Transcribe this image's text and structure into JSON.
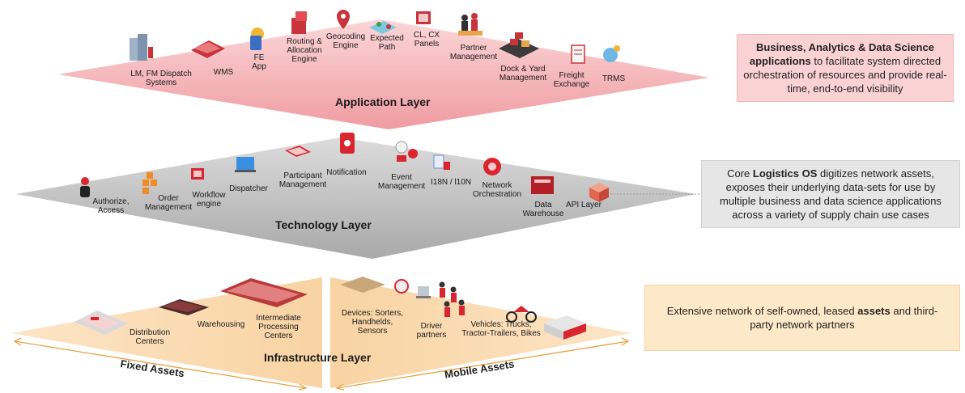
{
  "layers": {
    "application": {
      "title": "Application Layer",
      "items": [
        "LM, FM Dispatch\nSystems",
        "WMS",
        "FE\nApp",
        "Routing &\nAllocation\nEngine",
        "Geocoding\nEngine",
        "Expected\nPath",
        "CL, CX\nPanels",
        "Partner\nManagement",
        "Dock & Yard\nManagement",
        "Freight\nExchange",
        "TRMS"
      ]
    },
    "technology": {
      "title": "Technology Layer",
      "items": [
        "Authorize,\nAccess",
        "Order\nManagement",
        "Workflow\nengine",
        "Dispatcher",
        "Participant\nManagement",
        "Notification",
        "Event\nManagement",
        "I18N / l10N",
        "Network\nOrchestration",
        "Data\nWarehouse",
        "API Layer"
      ]
    },
    "infrastructure": {
      "title": "Infrastructure Layer",
      "items": [
        "Distribution\nCenters",
        "Warehousing",
        "Intermediate\nProcessing\nCenters",
        "Devices: Sorters,\nHandhelds,\nSensors",
        "Driver\npartners",
        "Vehicles: Trucks,\nTractor-Trailers, Bikes"
      ],
      "fixed_label": "Fixed Assets",
      "mobile_label": "Mobile Assets"
    }
  },
  "callouts": {
    "business": {
      "pre": "",
      "bold": "Business, Analytics & Data Science applications",
      "post": " to facilitate system directed orchestration of resources and provide real-time, end-to-end visibility"
    },
    "core": {
      "pre": "Core ",
      "bold": "Logistics OS",
      "post": " digitizes network assets, exposes their underlying data-sets for use by multiple business and data science applications across a variety of supply chain use cases"
    },
    "network": {
      "pre": "Extensive network of self-owned, leased ",
      "bold": "assets",
      "post": " and third-party network partners"
    }
  },
  "colors": {
    "application_layer": "#f4aeb2",
    "technology_layer": "#c4c4c4",
    "infrastructure_layer": "#fbe3c2",
    "callout_business": "#fbd2d4",
    "callout_core": "#e6e6e6",
    "callout_network": "#fde8c8",
    "accent_red": "#d9252f"
  }
}
